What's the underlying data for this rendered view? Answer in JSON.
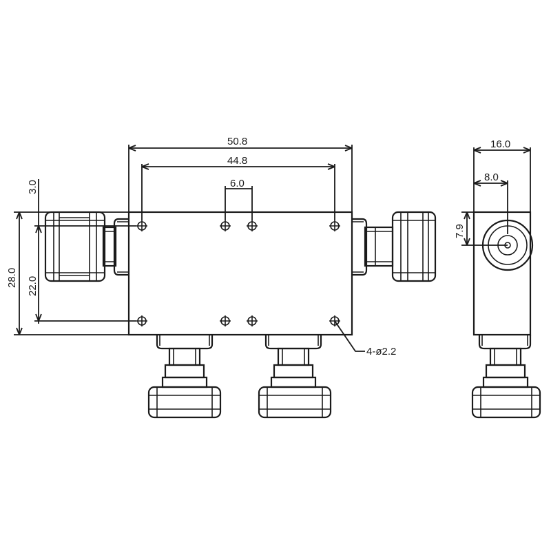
{
  "dimensions": {
    "overall_width": "50.8",
    "hole_spacing_outer": "44.8",
    "hole_spacing_inner": "6.0",
    "hole_offset_top": "3.0",
    "overall_height": "28.0",
    "hole_spacing_vertical": "22.0",
    "hole_callout": "4-ø2.2",
    "side_width": "16.0",
    "side_center_horizontal": "8.0",
    "side_center_vertical": "7.9"
  },
  "colors": {
    "line": "#1a1a1a",
    "background": "#ffffff"
  }
}
